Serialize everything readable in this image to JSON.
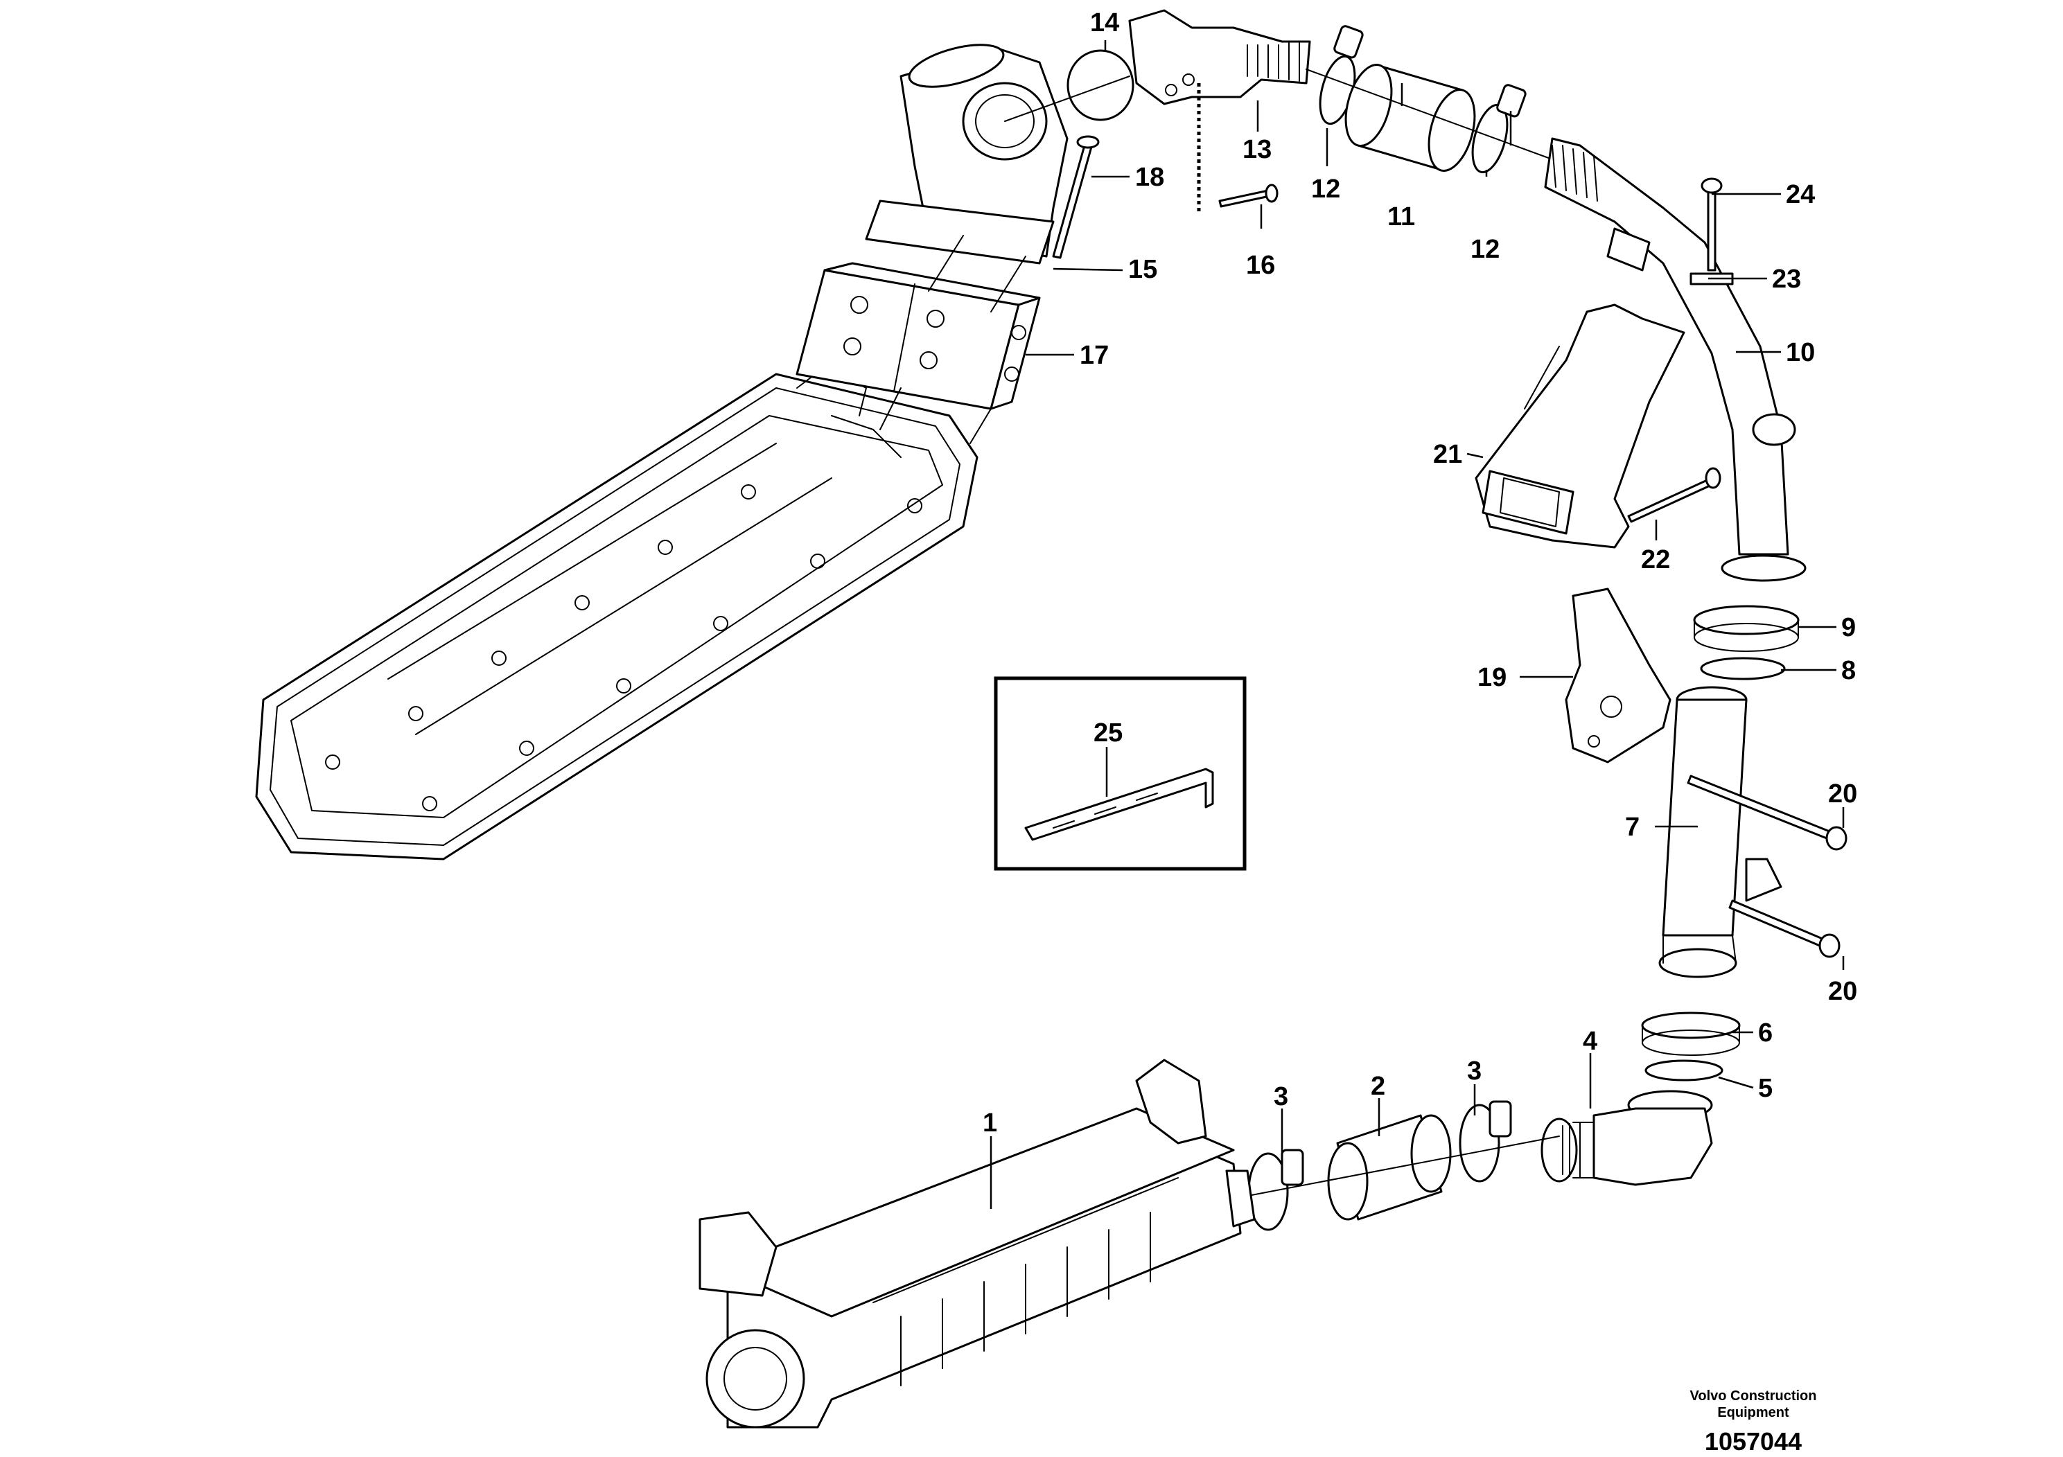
{
  "callouts": {
    "c1": "1",
    "c2": "2",
    "c3a": "3",
    "c3b": "3",
    "c4": "4",
    "c5": "5",
    "c6": "6",
    "c7": "7",
    "c8": "8",
    "c9": "9",
    "c10": "10",
    "c11": "11",
    "c12a": "12",
    "c12b": "12",
    "c13": "13",
    "c14": "14",
    "c15": "15",
    "c16": "16",
    "c17": "17",
    "c18": "18",
    "c19": "19",
    "c20a": "20",
    "c20b": "20",
    "c21": "21",
    "c22": "22",
    "c23": "23",
    "c24": "24",
    "c25": "25"
  },
  "footer": {
    "brand_line1": "Volvo Construction",
    "brand_line2": "Equipment",
    "drawing_number": "1057044"
  }
}
